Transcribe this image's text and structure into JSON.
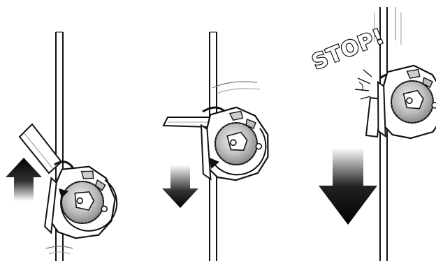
{
  "panels": [
    {
      "id": "panel-1",
      "motion": "up"
    },
    {
      "id": "panel-2",
      "motion": "down"
    },
    {
      "id": "panel-3",
      "motion": "down-fast",
      "callout": "STOP!"
    }
  ]
}
